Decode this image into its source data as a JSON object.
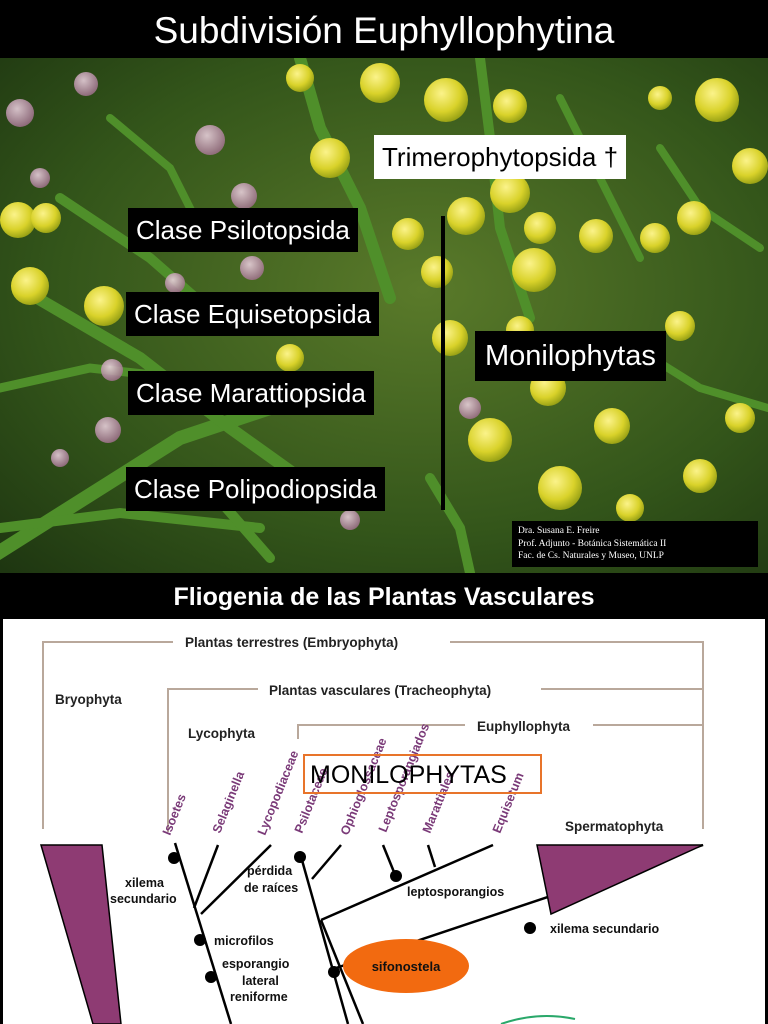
{
  "title": "Subdivisión Euphyllophytina",
  "labels": {
    "trimerophytopsida": "Trimerophytopsida †",
    "psilotopsida": "Clase Psilotopsida",
    "equisetopsida": "Clase Equisetopsida",
    "marattiopsida": "Clase Marattiopsida",
    "polipodiopsida": "Clase Polipodiopsida",
    "monilophytas": "Monilophytas"
  },
  "credit": {
    "line1": "Dra. Susana E. Freire",
    "line2": "Prof. Adjunto - Botánica Sistemática II",
    "line3": "Fac. de Cs. Naturales y Museo, UNLP"
  },
  "diagram": {
    "title": "Fliogenia de las Plantas Vasculares",
    "clades": {
      "embryophyta": "Plantas terrestres (Embryophyta)",
      "tracheophyta": "Plantas vasculares (Tracheophyta)",
      "euphyllophyta": "Euphyllophyta",
      "bryophyta": "Bryophyta",
      "lycophyta": "Lycophyta",
      "spermatophyta": "Spermatophyta",
      "monilophytas": "MONILOPHYTAS"
    },
    "taxa": [
      "Isoetes",
      "Selaginella",
      "Lycopodiaceae",
      "Psilotaceae",
      "Ophioglossaceae",
      "Leptosporangiados",
      "Marattiales",
      "Equisetum"
    ],
    "characters": {
      "xilema_secundario_left_1": "xilema",
      "xilema_secundario_left_2": "secundario",
      "perdida_1": "pérdida",
      "perdida_2": "de raíces",
      "microfilos": "microfilos",
      "esporangio_1": "esporangio",
      "esporangio_2": "lateral",
      "esporangio_3": "reniforme",
      "leptosporangios": "leptosporangios",
      "xilema_secundario_right": "xilema secundario",
      "sifonostela": "sifonostela"
    },
    "colors": {
      "bracket": "#b9a89b",
      "wedge": "#8e3b73",
      "taxon": "#7a3a78",
      "box_border": "#e8742a",
      "sifonostela_fill": "#f26a10"
    }
  }
}
